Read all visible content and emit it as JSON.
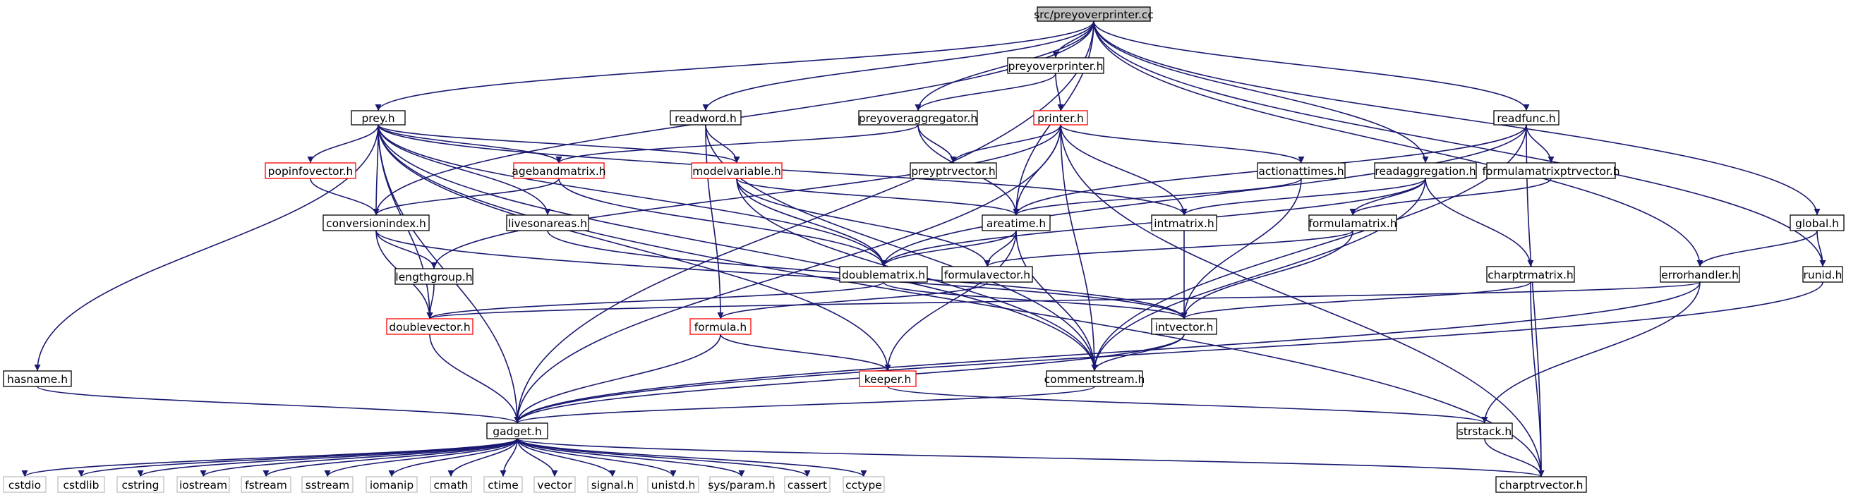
{
  "graph": {
    "style": {
      "edge_color": "#191970",
      "root_fill": "#bfbfbf",
      "normal_border": "#000000",
      "truncated_border": "#ff0000",
      "system_border": "#bfbfbf"
    },
    "nodes": [
      {
        "id": "root",
        "label": "src/preyoverprinter.cc",
        "kind": "root"
      },
      {
        "id": "preyoverprinter_h",
        "label": "preyoverprinter.h",
        "kind": "normal"
      },
      {
        "id": "prey_h",
        "label": "prey.h",
        "kind": "normal"
      },
      {
        "id": "readword_h",
        "label": "readword.h",
        "kind": "normal"
      },
      {
        "id": "preyoveraggregator_h",
        "label": "preyoveraggregator.h",
        "kind": "normal"
      },
      {
        "id": "printer_h",
        "label": "printer.h",
        "kind": "truncated"
      },
      {
        "id": "readfunc_h",
        "label": "readfunc.h",
        "kind": "normal"
      },
      {
        "id": "popinfovector_h",
        "label": "popinfovector.h",
        "kind": "truncated"
      },
      {
        "id": "agebandmatrix_h",
        "label": "agebandmatrix.h",
        "kind": "truncated"
      },
      {
        "id": "modelvariable_h",
        "label": "modelvariable.h",
        "kind": "truncated"
      },
      {
        "id": "preyptrvector_h",
        "label": "preyptrvector.h",
        "kind": "normal"
      },
      {
        "id": "actionattimes_h",
        "label": "actionattimes.h",
        "kind": "normal"
      },
      {
        "id": "readaggregation_h",
        "label": "readaggregation.h",
        "kind": "normal"
      },
      {
        "id": "formulamatrixptrvector_h",
        "label": "formulamatrixptrvector.h",
        "kind": "normal"
      },
      {
        "id": "conversionindex_h",
        "label": "conversionindex.h",
        "kind": "normal"
      },
      {
        "id": "livesonareas_h",
        "label": "livesonareas.h",
        "kind": "normal"
      },
      {
        "id": "areatime_h",
        "label": "areatime.h",
        "kind": "normal"
      },
      {
        "id": "intmatrix_h",
        "label": "intmatrix.h",
        "kind": "normal"
      },
      {
        "id": "formulamatrix_h",
        "label": "formulamatrix.h",
        "kind": "normal"
      },
      {
        "id": "global_h",
        "label": "global.h",
        "kind": "normal"
      },
      {
        "id": "lengthgroup_h",
        "label": "lengthgroup.h",
        "kind": "normal"
      },
      {
        "id": "doublematrix_h",
        "label": "doublematrix.h",
        "kind": "normal"
      },
      {
        "id": "formulavector_h",
        "label": "formulavector.h",
        "kind": "normal"
      },
      {
        "id": "charptrmatrix_h",
        "label": "charptrmatrix.h",
        "kind": "normal"
      },
      {
        "id": "errorhandler_h",
        "label": "errorhandler.h",
        "kind": "normal"
      },
      {
        "id": "runid_h",
        "label": "runid.h",
        "kind": "normal"
      },
      {
        "id": "doublevector_h",
        "label": "doublevector.h",
        "kind": "truncated"
      },
      {
        "id": "formula_h",
        "label": "formula.h",
        "kind": "truncated"
      },
      {
        "id": "intvector_h",
        "label": "intvector.h",
        "kind": "normal"
      },
      {
        "id": "hasname_h",
        "label": "hasname.h",
        "kind": "normal"
      },
      {
        "id": "keeper_h",
        "label": "keeper.h",
        "kind": "truncated"
      },
      {
        "id": "commentstream_h",
        "label": "commentstream.h",
        "kind": "normal"
      },
      {
        "id": "gadget_h",
        "label": "gadget.h",
        "kind": "normal"
      },
      {
        "id": "strstack_h",
        "label": "strstack.h",
        "kind": "normal"
      },
      {
        "id": "cstdio",
        "label": "cstdio",
        "kind": "system"
      },
      {
        "id": "cstdlib",
        "label": "cstdlib",
        "kind": "system"
      },
      {
        "id": "cstring",
        "label": "cstring",
        "kind": "system"
      },
      {
        "id": "iostream",
        "label": "iostream",
        "kind": "system"
      },
      {
        "id": "fstream",
        "label": "fstream",
        "kind": "system"
      },
      {
        "id": "sstream",
        "label": "sstream",
        "kind": "system"
      },
      {
        "id": "iomanip",
        "label": "iomanip",
        "kind": "system"
      },
      {
        "id": "cmath",
        "label": "cmath",
        "kind": "system"
      },
      {
        "id": "ctime",
        "label": "ctime",
        "kind": "system"
      },
      {
        "id": "vector",
        "label": "vector",
        "kind": "system"
      },
      {
        "id": "signal_h",
        "label": "signal.h",
        "kind": "system"
      },
      {
        "id": "unistd_h",
        "label": "unistd.h",
        "kind": "system"
      },
      {
        "id": "sys_param_h",
        "label": "sys/param.h",
        "kind": "system"
      },
      {
        "id": "cassert",
        "label": "cassert",
        "kind": "system"
      },
      {
        "id": "cctype",
        "label": "cctype",
        "kind": "system"
      },
      {
        "id": "charptrvector_h",
        "label": "charptrvector.h",
        "kind": "normal"
      }
    ],
    "edges": [
      [
        "root",
        "preyoverprinter_h"
      ],
      [
        "root",
        "prey_h"
      ],
      [
        "root",
        "readword_h"
      ],
      [
        "root",
        "preyoveraggregator_h"
      ],
      [
        "root",
        "readfunc_h"
      ],
      [
        "root",
        "areatime_h"
      ],
      [
        "root",
        "readaggregation_h"
      ],
      [
        "root",
        "global_h"
      ],
      [
        "root",
        "runid_h"
      ],
      [
        "root",
        "errorhandler_h"
      ],
      [
        "root",
        "conversionindex_h"
      ],
      [
        "root",
        "gadget_h"
      ],
      [
        "preyoverprinter_h",
        "printer_h"
      ],
      [
        "preyoverprinter_h",
        "preyoveraggregator_h"
      ],
      [
        "prey_h",
        "hasname_h"
      ],
      [
        "prey_h",
        "popinfovector_h"
      ],
      [
        "prey_h",
        "agebandmatrix_h"
      ],
      [
        "prey_h",
        "modelvariable_h"
      ],
      [
        "prey_h",
        "conversionindex_h"
      ],
      [
        "prey_h",
        "livesonareas_h"
      ],
      [
        "prey_h",
        "intmatrix_h"
      ],
      [
        "prey_h",
        "doublematrix_h"
      ],
      [
        "prey_h",
        "doublevector_h"
      ],
      [
        "prey_h",
        "commentstream_h"
      ],
      [
        "prey_h",
        "keeper_h"
      ],
      [
        "prey_h",
        "gadget_h"
      ],
      [
        "prey_h",
        "charptrvector_h"
      ],
      [
        "readword_h",
        "modelvariable_h"
      ],
      [
        "readword_h",
        "formula_h"
      ],
      [
        "readword_h",
        "commentstream_h"
      ],
      [
        "preyoveraggregator_h",
        "agebandmatrix_h"
      ],
      [
        "preyoveraggregator_h",
        "preyptrvector_h"
      ],
      [
        "preyoveraggregator_h",
        "areatime_h"
      ],
      [
        "printer_h",
        "preyptrvector_h"
      ],
      [
        "printer_h",
        "actionattimes_h"
      ],
      [
        "printer_h",
        "areatime_h"
      ],
      [
        "printer_h",
        "intmatrix_h"
      ],
      [
        "printer_h",
        "lengthgroup_h"
      ],
      [
        "printer_h",
        "commentstream_h"
      ],
      [
        "printer_h",
        "gadget_h"
      ],
      [
        "printer_h",
        "charptrvector_h"
      ],
      [
        "readfunc_h",
        "formulamatrixptrvector_h"
      ],
      [
        "readfunc_h",
        "areatime_h"
      ],
      [
        "readfunc_h",
        "doublematrix_h"
      ],
      [
        "readfunc_h",
        "commentstream_h"
      ],
      [
        "readfunc_h",
        "charptrvector_h"
      ],
      [
        "popinfovector_h",
        "conversionindex_h"
      ],
      [
        "agebandmatrix_h",
        "conversionindex_h"
      ],
      [
        "agebandmatrix_h",
        "doublematrix_h"
      ],
      [
        "modelvariable_h",
        "areatime_h"
      ],
      [
        "modelvariable_h",
        "doublematrix_h"
      ],
      [
        "modelvariable_h",
        "formulavector_h"
      ],
      [
        "modelvariable_h",
        "commentstream_h"
      ],
      [
        "actionattimes_h",
        "areatime_h"
      ],
      [
        "actionattimes_h",
        "intvector_h"
      ],
      [
        "readaggregation_h",
        "intmatrix_h"
      ],
      [
        "readaggregation_h",
        "formulamatrix_h"
      ],
      [
        "readaggregation_h",
        "doublematrix_h"
      ],
      [
        "readaggregation_h",
        "charptrmatrix_h"
      ],
      [
        "readaggregation_h",
        "commentstream_h"
      ],
      [
        "formulamatrixptrvector_h",
        "formulamatrix_h"
      ],
      [
        "conversionindex_h",
        "lengthgroup_h"
      ],
      [
        "conversionindex_h",
        "doublevector_h"
      ],
      [
        "conversionindex_h",
        "intvector_h"
      ],
      [
        "livesonareas_h",
        "intvector_h"
      ],
      [
        "areatime_h",
        "doublematrix_h"
      ],
      [
        "areatime_h",
        "formulavector_h"
      ],
      [
        "areatime_h",
        "keeper_h"
      ],
      [
        "areatime_h",
        "commentstream_h"
      ],
      [
        "intmatrix_h",
        "intvector_h"
      ],
      [
        "formulamatrix_h",
        "formulavector_h"
      ],
      [
        "formulamatrix_h",
        "intvector_h"
      ],
      [
        "global_h",
        "errorhandler_h"
      ],
      [
        "global_h",
        "runid_h"
      ],
      [
        "lengthgroup_h",
        "doublevector_h"
      ],
      [
        "doublematrix_h",
        "doublevector_h"
      ],
      [
        "doublematrix_h",
        "intvector_h"
      ],
      [
        "formulavector_h",
        "formula_h"
      ],
      [
        "charptrmatrix_h",
        "intvector_h"
      ],
      [
        "charptrmatrix_h",
        "charptrvector_h"
      ],
      [
        "errorhandler_h",
        "doublevector_h"
      ],
      [
        "errorhandler_h",
        "strstack_h"
      ],
      [
        "errorhandler_h",
        "gadget_h"
      ],
      [
        "runid_h",
        "gadget_h"
      ],
      [
        "doublevector_h",
        "gadget_h"
      ],
      [
        "formula_h",
        "keeper_h"
      ],
      [
        "formula_h",
        "gadget_h"
      ],
      [
        "intvector_h",
        "commentstream_h"
      ],
      [
        "intvector_h",
        "gadget_h"
      ],
      [
        "hasname_h",
        "gadget_h"
      ],
      [
        "keeper_h",
        "strstack_h"
      ],
      [
        "commentstream_h",
        "gadget_h"
      ],
      [
        "strstack_h",
        "charptrvector_h"
      ],
      [
        "gadget_h",
        "cstdio"
      ],
      [
        "gadget_h",
        "cstdlib"
      ],
      [
        "gadget_h",
        "cstring"
      ],
      [
        "gadget_h",
        "iostream"
      ],
      [
        "gadget_h",
        "fstream"
      ],
      [
        "gadget_h",
        "sstream"
      ],
      [
        "gadget_h",
        "iomanip"
      ],
      [
        "gadget_h",
        "cmath"
      ],
      [
        "gadget_h",
        "ctime"
      ],
      [
        "gadget_h",
        "vector"
      ],
      [
        "gadget_h",
        "signal_h"
      ],
      [
        "gadget_h",
        "unistd_h"
      ],
      [
        "gadget_h",
        "sys_param_h"
      ],
      [
        "gadget_h",
        "cassert"
      ],
      [
        "gadget_h",
        "cctype"
      ],
      [
        "gadget_h",
        "charptrvector_h"
      ]
    ]
  }
}
